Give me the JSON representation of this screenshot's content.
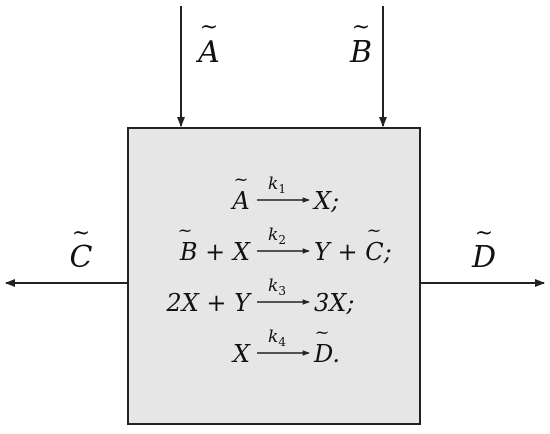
{
  "diagram": {
    "inputs": [
      {
        "symbol": "A",
        "tilde": "~"
      },
      {
        "symbol": "B",
        "tilde": "~"
      }
    ],
    "outputs": [
      {
        "symbol": "C",
        "tilde": "~"
      },
      {
        "symbol": "D",
        "tilde": "~"
      }
    ],
    "reactions": [
      {
        "lhs_html": "A",
        "rate": "k",
        "rate_sub": "1",
        "rhs": "X;"
      },
      {
        "lhs": "B + X",
        "rate": "k",
        "rate_sub": "2",
        "rhs": "Y + C;"
      },
      {
        "lhs": "2X + Y",
        "rate": "k",
        "rate_sub": "3",
        "rhs": "3X;"
      },
      {
        "lhs": "X",
        "rate": "k",
        "rate_sub": "4",
        "rhs": "D."
      }
    ],
    "colors": {
      "box_fill": "#e6e6e6",
      "stroke": "#222222",
      "text": "#111111"
    }
  }
}
